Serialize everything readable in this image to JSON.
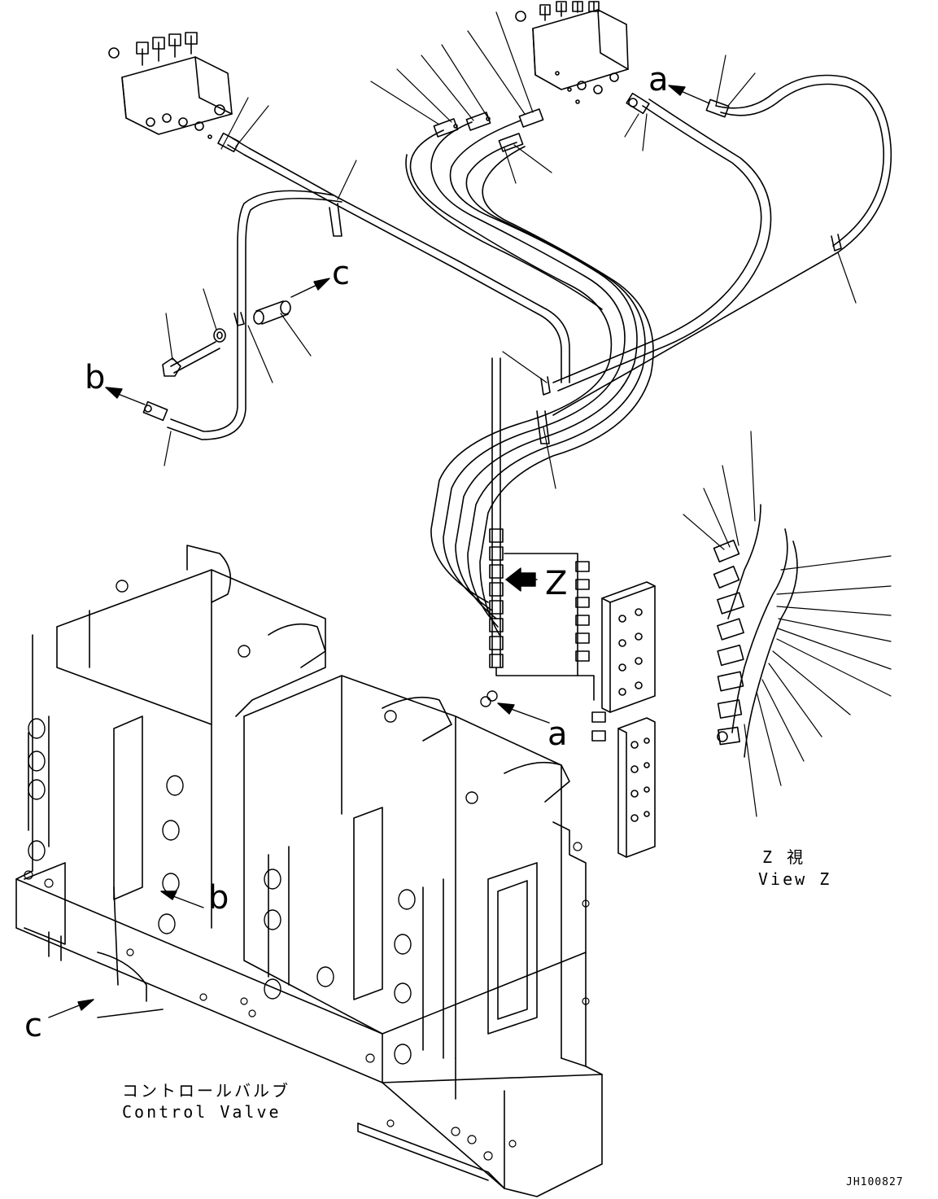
{
  "callouts": {
    "a_top": "a",
    "a_bottom": "a",
    "b_top": "b",
    "b_bottom": "b",
    "c_top": "c",
    "c_bottom": "c",
    "z": "Z"
  },
  "view_caption": {
    "jp": "Z 視",
    "en": "View Z"
  },
  "control_valve": {
    "jp": "コントロールバルブ",
    "en": "Control Valve"
  },
  "drawing_code": "JH100827",
  "colors": {
    "ink": "#000000",
    "paper": "#ffffff"
  }
}
